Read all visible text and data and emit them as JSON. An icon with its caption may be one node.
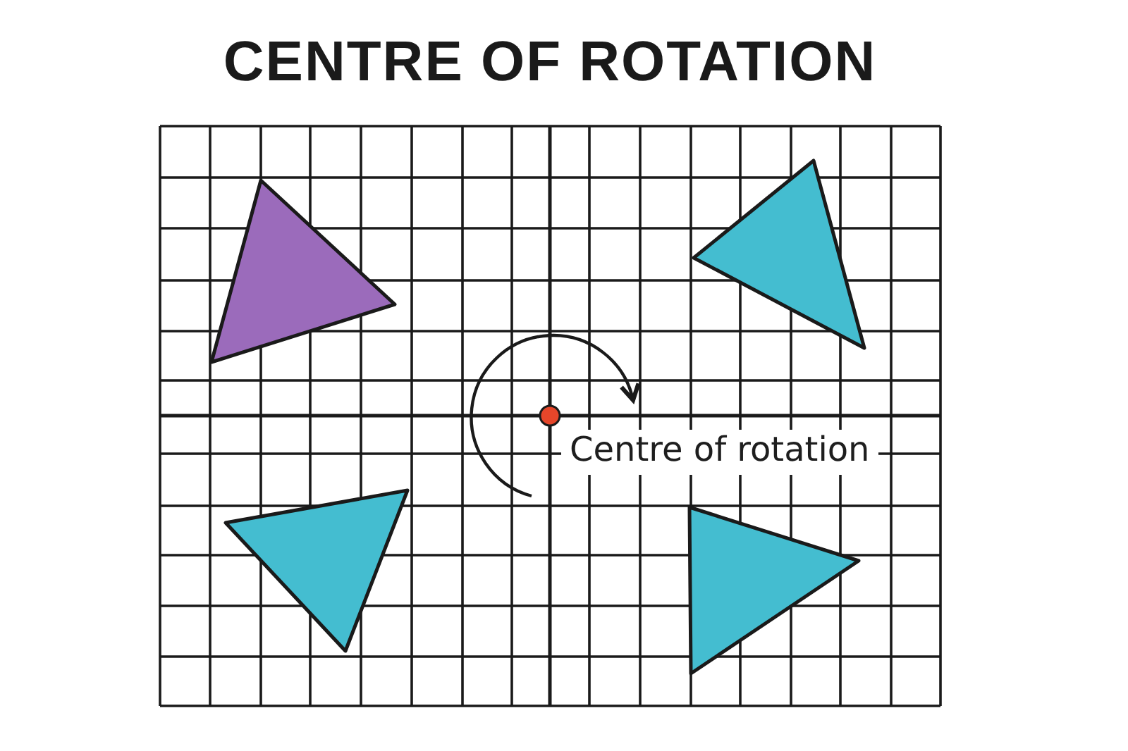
{
  "diagram": {
    "title": "CENTRE OF ROTATION",
    "nodes": [
      {
        "text": [],
        "shape": "triangle"
      },
      {
        "text": [],
        "shape": "triangle"
      },
      {
        "text": [],
        "shape": "triangle"
      },
      {
        "text": [],
        "shape": "triangle"
      }
    ],
    "labels": [
      "Centre of rotation"
    ]
  }
}
